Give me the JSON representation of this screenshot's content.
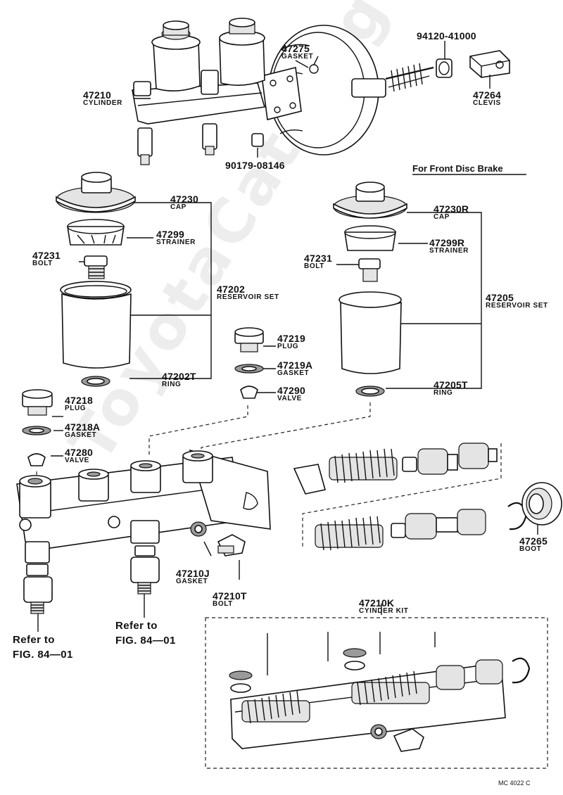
{
  "watermark": "ToyotaCatalogue.ru",
  "section_title": "For Front Disc Brake",
  "figure_code": "MC 4022 C",
  "parts": [
    {
      "id": "p47210",
      "number": "47210",
      "name": "CYLINDER"
    },
    {
      "id": "p47275",
      "number": "47275",
      "name": "GASKET"
    },
    {
      "id": "p94120",
      "number": "94120-41000",
      "name": ""
    },
    {
      "id": "p47264",
      "number": "47264",
      "name": "CLEVIS"
    },
    {
      "id": "p90179",
      "number": "90179-08146",
      "name": ""
    },
    {
      "id": "p47230",
      "number": "47230",
      "name": "CAP"
    },
    {
      "id": "p47299",
      "number": "47299",
      "name": "STRAINER"
    },
    {
      "id": "p47231a",
      "number": "47231",
      "name": "BOLT"
    },
    {
      "id": "p47202",
      "number": "47202",
      "name": "RESERVOIR SET"
    },
    {
      "id": "p47202T",
      "number": "47202T",
      "name": "RING"
    },
    {
      "id": "p47230R",
      "number": "47230R",
      "name": "CAP"
    },
    {
      "id": "p47299R",
      "number": "47299R",
      "name": "STRAINER"
    },
    {
      "id": "p47231b",
      "number": "47231",
      "name": "BOLT"
    },
    {
      "id": "p47205",
      "number": "47205",
      "name": "RESERVOIR SET"
    },
    {
      "id": "p47205T",
      "number": "47205T",
      "name": "RING"
    },
    {
      "id": "p47219",
      "number": "47219",
      "name": "PLUG"
    },
    {
      "id": "p47219A",
      "number": "47219A",
      "name": "GASKET"
    },
    {
      "id": "p47290",
      "number": "47290",
      "name": "VALVE"
    },
    {
      "id": "p47218",
      "number": "47218",
      "name": "PLUG"
    },
    {
      "id": "p47218A",
      "number": "47218A",
      "name": "GASKET"
    },
    {
      "id": "p47280",
      "number": "47280",
      "name": "VALVE"
    },
    {
      "id": "p47265",
      "number": "47265",
      "name": "BOOT"
    },
    {
      "id": "p47210J",
      "number": "47210J",
      "name": "GASKET"
    },
    {
      "id": "p47210T",
      "number": "47210T",
      "name": "BOLT"
    },
    {
      "id": "p47210K",
      "number": "47210K",
      "name": "CYINDER KIT"
    }
  ],
  "references": [
    {
      "id": "ref1",
      "line1": "Refer to",
      "line2": "FIG. 84—01"
    },
    {
      "id": "ref2",
      "line1": "Refer to",
      "line2": "FIG. 84—01"
    }
  ]
}
